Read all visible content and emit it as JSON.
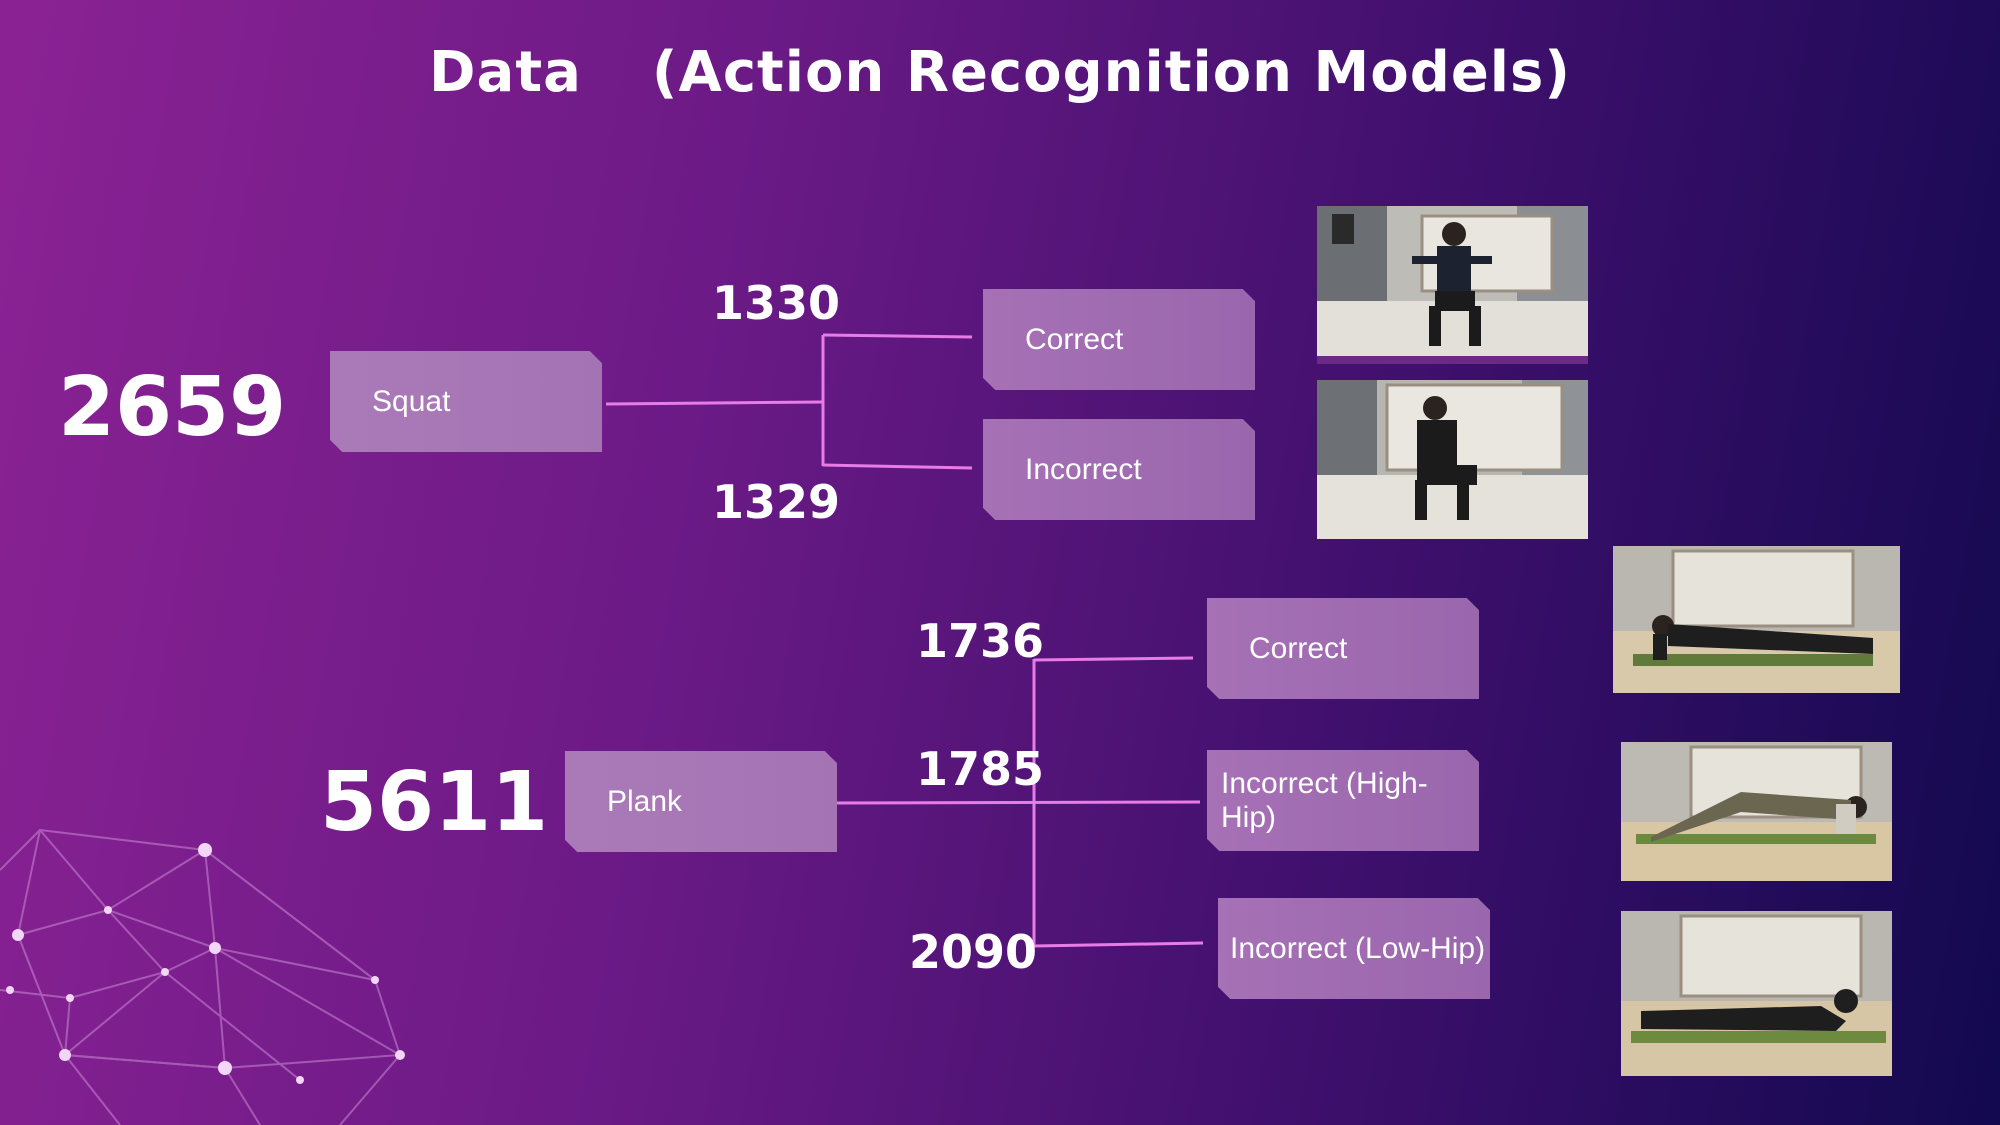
{
  "title": {
    "left": "Data",
    "right": "(Action Recognition Models)"
  },
  "squat": {
    "total": "2659",
    "label": "Squat",
    "correct": {
      "count": "1330",
      "label": "Correct"
    },
    "incorrect": {
      "count": "1329",
      "label": "Incorrect"
    }
  },
  "plank": {
    "total": "5611",
    "label": "Plank",
    "correct": {
      "count": "1736",
      "label": "Correct"
    },
    "high_hip": {
      "count": "1785",
      "label": "Incorrect (High-Hip)"
    },
    "low_hip": {
      "count": "2090",
      "label": "Incorrect (Low-Hip)"
    }
  },
  "colors": {
    "bg_left": "#8b2294",
    "bg_right": "#12094f",
    "connector": "#e77ce6",
    "box": "#a671b5"
  }
}
